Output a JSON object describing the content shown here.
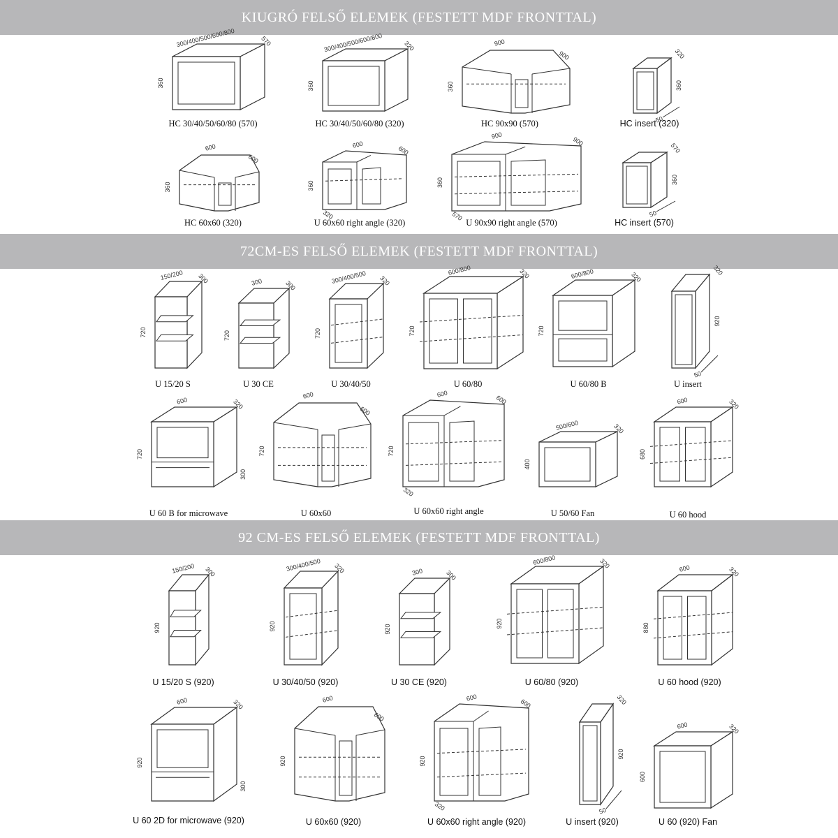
{
  "sections": [
    {
      "title": "KIUGRÓ  FELSŐ ELEMEK (FESTETT MDF FRONTTAL)"
    },
    {
      "title": "72CM-ES FELSŐ ELEMEK (FESTETT MDF FRONTTAL)"
    },
    {
      "title": "92 CM-ES FELSŐ ELEMEK (FESTETT MDF FRONTTAL)"
    }
  ],
  "items": [
    {
      "label": "HC 30/40/50/60/80 (570)",
      "width": "300/400/500/600/800",
      "depth": "570",
      "height": "360"
    },
    {
      "label": "HC 30/40/50/60/80 (320)",
      "width": "300/400/500/600/800",
      "depth": "320",
      "height": "360"
    },
    {
      "label": "HC 90x90 (570)",
      "width": "900",
      "depth": "900",
      "height": "360"
    },
    {
      "label": "HC insert (320)",
      "depth": "320",
      "height": "360",
      "gap": "50"
    },
    {
      "label": "HC 60x60 (320)",
      "width": "600",
      "depth": "600",
      "height": "360"
    },
    {
      "label": "U 60x60 right angle (320)",
      "width": "600",
      "depth": "600",
      "height": "360",
      "side": "320"
    },
    {
      "label": "U 90x90 right angle (570)",
      "width": "900",
      "depth": "900",
      "height": "360",
      "side": "570"
    },
    {
      "label": "HC insert (570)",
      "depth": "570",
      "height": "360",
      "gap": "50"
    },
    {
      "label": "U 15/20 S",
      "width": "150/200",
      "depth": "300",
      "height": "720"
    },
    {
      "label": "U 30 CE",
      "width": "300",
      "depth": "300",
      "height": "720"
    },
    {
      "label": "U 30/40/50",
      "width": "300/400/500",
      "depth": "320",
      "height": "720"
    },
    {
      "label": "U 60/80",
      "width": "600/800",
      "depth": "320",
      "height": "720"
    },
    {
      "label": "U 60/80 B",
      "width": "600/800",
      "depth": "320",
      "height": "720"
    },
    {
      "label": "U insert",
      "depth": "320",
      "height": "920",
      "gap": "50"
    },
    {
      "label": "U 60 B for microwave",
      "width": "600",
      "depth": "320",
      "height": "720",
      "extra": "300"
    },
    {
      "label": "U 60x60",
      "width": "600",
      "depth": "600",
      "height": "720"
    },
    {
      "label": "U 60x60 right angle",
      "width": "600",
      "depth": "600",
      "height": "720",
      "side": "320"
    },
    {
      "label": "U 50/60 Fan",
      "width": "500/600",
      "depth": "320",
      "height": "400"
    },
    {
      "label": "U 60 hood",
      "width": "600",
      "depth": "320",
      "height": "680"
    },
    {
      "label": "U 15/20 S (920)",
      "width": "150/200",
      "depth": "300",
      "height": "920"
    },
    {
      "label": "U 30/40/50 (920)",
      "width": "300/400/500",
      "depth": "320",
      "height": "920"
    },
    {
      "label": "U 30 CE (920)",
      "width": "300",
      "depth": "300",
      "height": "920"
    },
    {
      "label": "U 60/80 (920)",
      "width": "600/800",
      "depth": "320",
      "height": "920"
    },
    {
      "label": "U 60 hood (920)",
      "width": "600",
      "depth": "320",
      "height": "880"
    },
    {
      "label": "U 60 2D for microwave (920)",
      "width": "600",
      "depth": "320",
      "height": "920",
      "extra": "300"
    },
    {
      "label": "U 60x60 (920)",
      "width": "600",
      "depth": "600",
      "height": "920"
    },
    {
      "label": "U  60x60 right angle (920)",
      "width": "600",
      "depth": "600",
      "height": "920",
      "side": "320"
    },
    {
      "label": "U insert (920)",
      "depth": "320",
      "height": "920",
      "gap": "50"
    },
    {
      "label": "U 60 (920) Fan",
      "width": "600",
      "depth": "320",
      "height": "600"
    }
  ]
}
